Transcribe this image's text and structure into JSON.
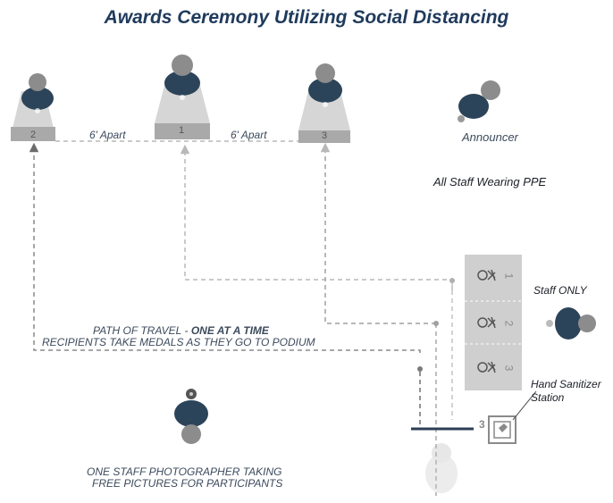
{
  "title": "Awards Ceremony Utilizing Social Distancing",
  "podiums": [
    {
      "number": "2",
      "place": "second"
    },
    {
      "number": "1",
      "place": "first"
    },
    {
      "number": "3",
      "place": "third"
    }
  ],
  "spacing_labels": [
    "6' Apart",
    "6' Apart"
  ],
  "announcer_label": "Announcer",
  "ppe_note": "All Staff Wearing PPE",
  "staff_only_label": "Staff ONLY",
  "medal_table_numbers": [
    "1",
    "2",
    "3"
  ],
  "path_of_travel": {
    "line1_prefix": "PATH OF TRAVEL - ",
    "line1_emphasis": "ONE AT A TIME",
    "line2": "RECIPIENTS TAKE MEDALS AS THEY GO TO PODIUM"
  },
  "sanitizer": {
    "line1": "Hand Sanitizer",
    "line2": "Station",
    "count": "3"
  },
  "photographer_note": {
    "line1": "ONE STAFF PHOTOGRAPHER TAKING",
    "line2": "FREE PICTURES FOR PARTICIPANTS"
  },
  "colors": {
    "title": "#1f3a5c",
    "podium": "#d3d3d3",
    "podium_dark": "#a9a9a9",
    "person_body": "#2c4459",
    "person_head": "#8c8c8c",
    "path": "#b8b8b8",
    "path_dark": "#6b6b6b",
    "table": "#cfcfcf",
    "barrier": "#2c3e55"
  }
}
